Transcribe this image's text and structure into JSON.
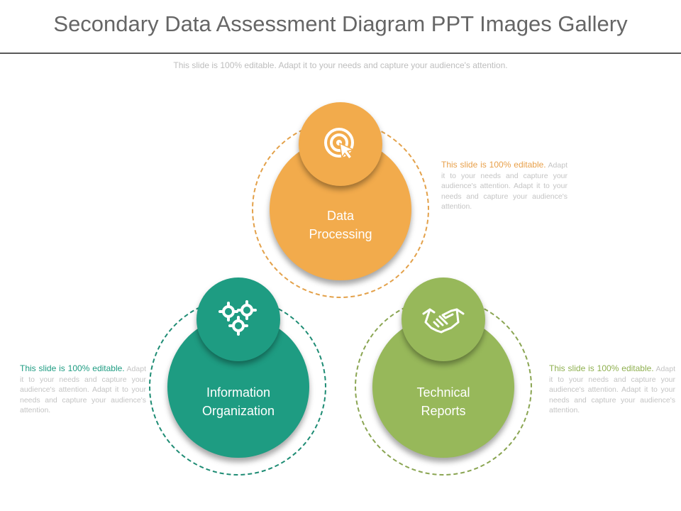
{
  "header": {
    "title": "Secondary Data Assessment Diagram PPT Images Gallery",
    "subtitle": "This slide is 100% editable. Adapt it to your needs and capture your audience's attention."
  },
  "nodes": [
    {
      "label_line1": "Data",
      "label_line2": "Processing",
      "icon": "target-icon",
      "color": "#f2ab4c",
      "desc_lead": "This slide is 100% editable.",
      "desc_body": "Adapt it to your needs and capture your audience's attention. Adapt it to your needs and capture your audience's attention."
    },
    {
      "label_line1": "Information",
      "label_line2": "Organization",
      "icon": "gears-icon",
      "color": "#1e9c82",
      "desc_lead": "This slide is 100% editable.",
      "desc_body": "Adapt it to your needs and capture your audience's attention. Adapt it to your needs and capture your audience's attention."
    },
    {
      "label_line1": "Technical",
      "label_line2": "Reports",
      "icon": "handshake-icon",
      "color": "#97b85a",
      "desc_lead": "This slide is 100% editable.",
      "desc_body": "Adapt it to your needs and capture your audience's attention. Adapt it to your needs and capture your audience's attention."
    }
  ]
}
